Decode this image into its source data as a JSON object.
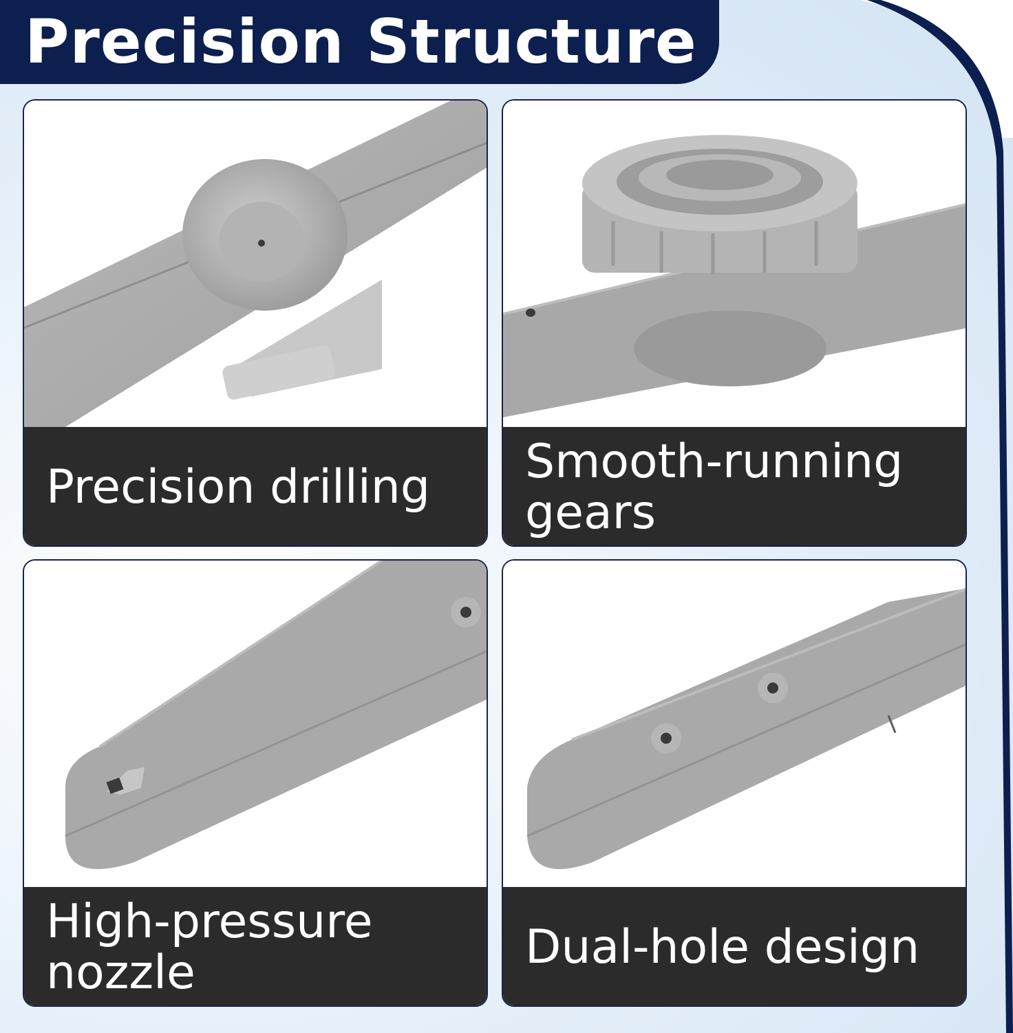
{
  "header": {
    "title": "Precision Structure"
  },
  "panels": [
    {
      "caption": "Precision drilling",
      "image": "spray-arm-center-hub-photo"
    },
    {
      "caption": "Smooth-running\ngears",
      "image": "spray-arm-gear-nut-photo"
    },
    {
      "caption": "High-pressure\nnozzle",
      "image": "spray-arm-nozzle-tip-photo"
    },
    {
      "caption": "Dual-hole design",
      "image": "spray-arm-dual-hole-photo"
    }
  ],
  "colors": {
    "navy": "#0d1f4f",
    "caption_bg": "#2b2b2b",
    "part_gray": "#a9a9a9"
  }
}
